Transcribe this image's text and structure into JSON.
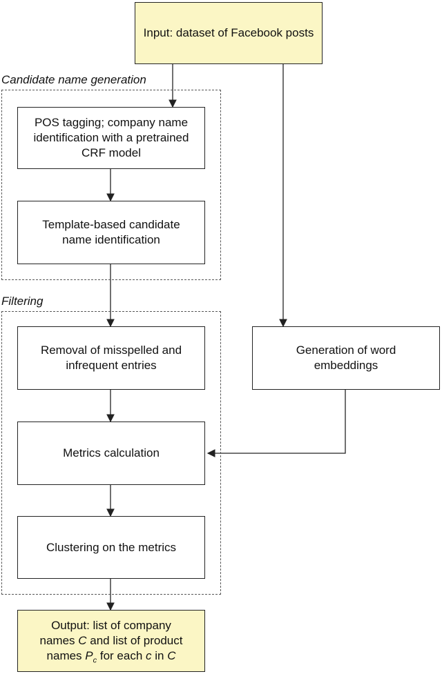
{
  "groups": {
    "candidate_label": "Candidate name generation",
    "filtering_label": "Filtering"
  },
  "nodes": {
    "input": "Input: dataset of Facebook posts",
    "pos_tagging": "POS tagging; company name identification with a pretrained CRF model",
    "template": "Template-based candidate name identification",
    "removal": "Removal of misspelled and infrequent entries",
    "embeddings": "Generation of word embeddings",
    "metrics": "Metrics calculation",
    "clustering": "Clustering on the metrics",
    "output": {
      "line1": "Output: list of company",
      "line2_pre": "names ",
      "C": "C",
      "line2_post": " and list of product",
      "line3_pre": "names ",
      "P": "P",
      "P_sub": "c",
      "line3_mid": " for each ",
      "c": "c",
      "line3_in": " in ",
      "C2": "C"
    }
  },
  "colors": {
    "io_fill": "#fbf6c5",
    "stroke": "#222222"
  }
}
